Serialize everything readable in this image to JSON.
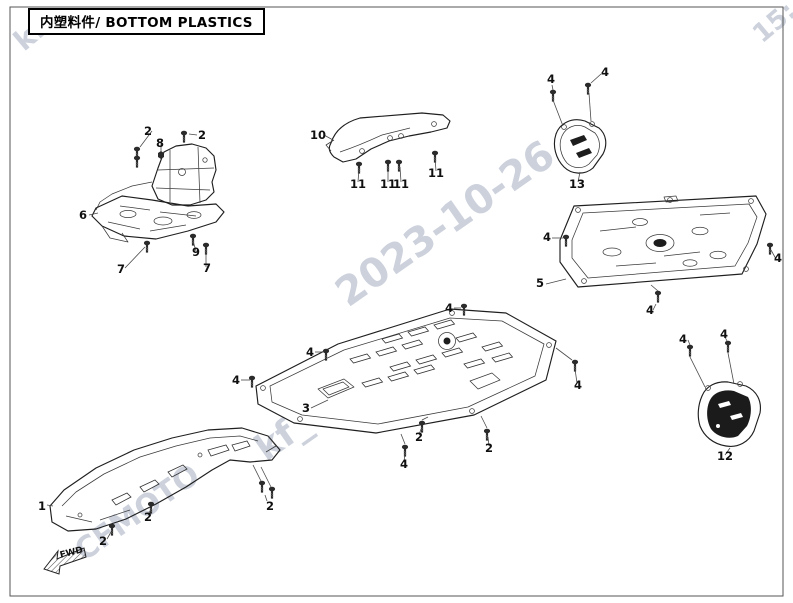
{
  "title": {
    "text": "内塑料件/ BOTTOM PLASTICS"
  },
  "fwd_label": "FWD",
  "watermarks": [
    {
      "text": "kf"
    },
    {
      "text": "15:"
    },
    {
      "text": "2023-10-26"
    },
    {
      "text": "kf_"
    },
    {
      "text": "CFMOTO"
    }
  ],
  "callouts": [
    {
      "label": "2"
    },
    {
      "label": "8"
    },
    {
      "label": "2"
    },
    {
      "label": "6"
    },
    {
      "label": "9"
    },
    {
      "label": "7"
    },
    {
      "label": "7"
    },
    {
      "label": "10"
    },
    {
      "label": "11"
    },
    {
      "label": "11"
    },
    {
      "label": "11"
    },
    {
      "label": "11"
    },
    {
      "label": "4"
    },
    {
      "label": "4"
    },
    {
      "label": "13"
    },
    {
      "label": "4"
    },
    {
      "label": "5"
    },
    {
      "label": "4"
    },
    {
      "label": "4"
    },
    {
      "label": "4"
    },
    {
      "label": "4"
    },
    {
      "label": "4"
    },
    {
      "label": "3"
    },
    {
      "label": "2"
    },
    {
      "label": "2"
    },
    {
      "label": "4"
    },
    {
      "label": "4"
    },
    {
      "label": "4"
    },
    {
      "label": "4"
    },
    {
      "label": "12"
    },
    {
      "label": "1"
    },
    {
      "label": "2"
    },
    {
      "label": "2"
    },
    {
      "label": "2"
    }
  ]
}
